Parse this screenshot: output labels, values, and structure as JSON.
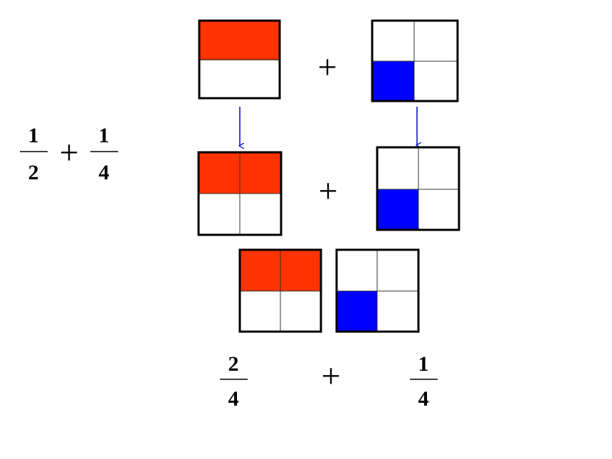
{
  "colors": {
    "red_fill": "#ff3300",
    "blue_fill": "#0000ff",
    "arrow": "#0000cc",
    "outline": "#000000",
    "inner_line": "#333333"
  },
  "left_expression": {
    "first": {
      "numerator": "1",
      "denominator": "2"
    },
    "operator": "+",
    "second": {
      "numerator": "1",
      "denominator": "4"
    }
  },
  "operators": {
    "row1_plus": "+",
    "row2_plus": "+",
    "bottom_plus": "+"
  },
  "bottom_expression": {
    "first": {
      "numerator": "2",
      "denominator": "4"
    },
    "second": {
      "numerator": "1",
      "denominator": "4"
    }
  },
  "models": {
    "row1_left": {
      "shaded_parts": 1,
      "total_parts": 2,
      "color": "red"
    },
    "row1_right": {
      "shaded_parts": 1,
      "total_parts": 4,
      "color": "blue"
    },
    "row2_left": {
      "shaded_parts": 2,
      "total_parts": 4,
      "color": "red"
    },
    "row2_right": {
      "shaded_parts": 1,
      "total_parts": 4,
      "color": "blue"
    },
    "row3_left": {
      "shaded_parts": 2,
      "total_parts": 4,
      "color": "red"
    },
    "row3_right": {
      "shaded_parts": 1,
      "total_parts": 4,
      "color": "blue"
    }
  }
}
